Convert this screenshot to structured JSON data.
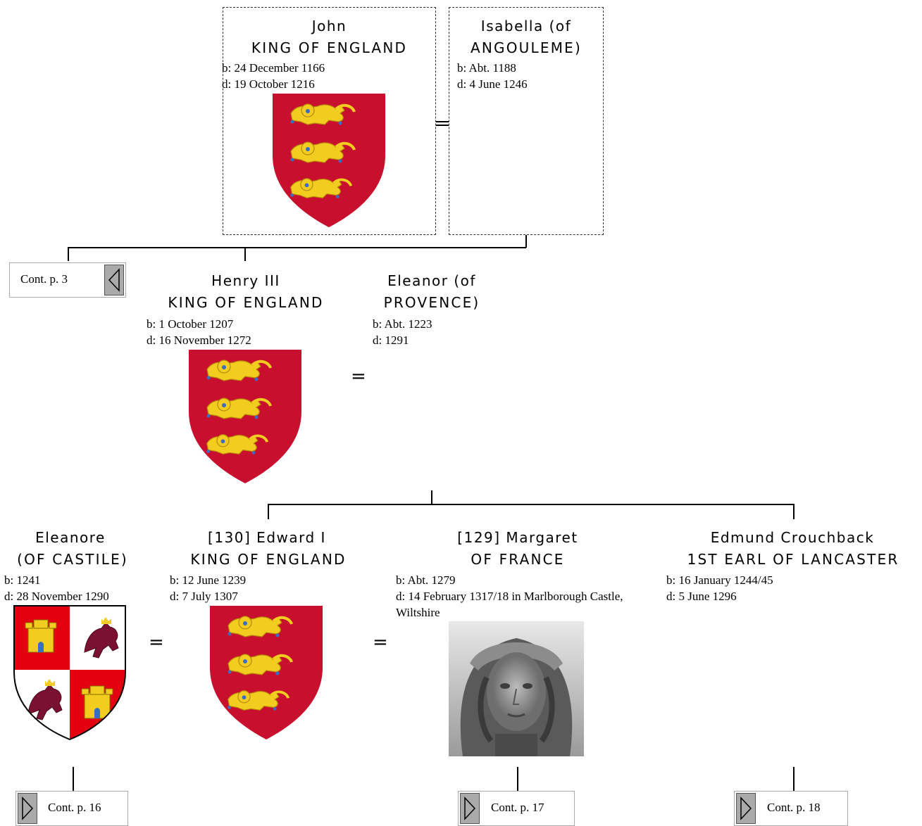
{
  "people": {
    "john": {
      "name": "John",
      "title": "KING OF ENGLAND",
      "born": "b: 24 December 1166",
      "died": "d: 19 October 1216"
    },
    "isabella": {
      "name": "Isabella (of",
      "name2": "ANGOULEME)",
      "born": "b: Abt. 1188",
      "died": "d: 4 June 1246"
    },
    "henry": {
      "name": "Henry III",
      "title": "KING OF ENGLAND",
      "born": "b: 1 October 1207",
      "died": "d: 16 November 1272"
    },
    "eleanor_provence": {
      "name": "Eleanor (of",
      "name2": "PROVENCE)",
      "born": "b: Abt. 1223",
      "died": "d: 1291"
    },
    "eleanore_castile": {
      "name": "Eleanore",
      "name2": "(OF CASTILE)",
      "born": "b: 1241",
      "died": "d: 28 November 1290"
    },
    "edward": {
      "name": "[130] Edward I",
      "title": "KING OF ENGLAND",
      "born": "b: 12 June 1239",
      "died": "d: 7 July 1307"
    },
    "margaret": {
      "name": "[129] Margaret",
      "title": "OF FRANCE",
      "born": "b: Abt. 1279",
      "died": "d: 14 February 1317/18 in Marlborough Castle, Wiltshire"
    },
    "edmund": {
      "name": "Edmund Crouchback",
      "title": "1ST EARL OF LANCASTER",
      "born": "b: 16 January 1244/45",
      "died": "d: 5 June 1296"
    }
  },
  "marriage_symbol": "=",
  "continuations": {
    "p3": "Cont. p. 3",
    "p16": "Cont. p. 16",
    "p17": "Cont. p. 17",
    "p18": "Cont. p. 18"
  },
  "colors": {
    "england_red": "#c8102e",
    "lion_gold": "#f2cc1f",
    "castile_red": "#e3000f",
    "leon_purple": "#7a1131"
  }
}
